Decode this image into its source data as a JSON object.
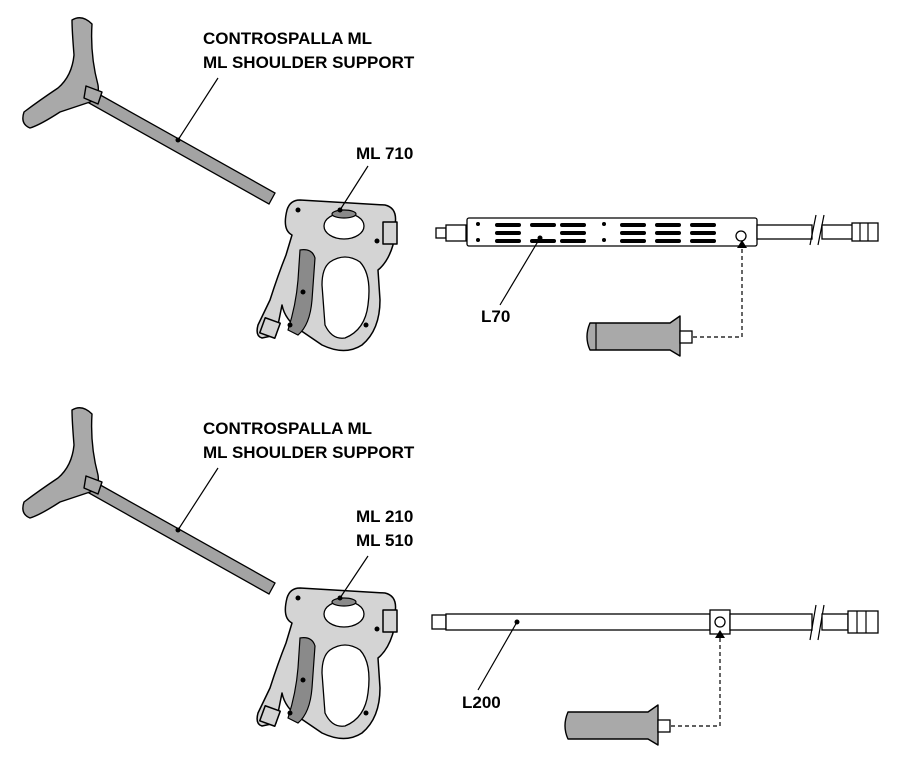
{
  "groups": [
    {
      "shoulder_support_label": [
        "CONTROSPALLA ML",
        "ML SHOULDER SUPPORT"
      ],
      "gun_label": [
        "ML 710"
      ],
      "lance_label": "L70"
    },
    {
      "shoulder_support_label": [
        "CONTROSPALLA ML",
        "ML SHOULDER SUPPORT"
      ],
      "gun_label": [
        "ML 210",
        "ML 510"
      ],
      "lance_label": "L200"
    }
  ]
}
